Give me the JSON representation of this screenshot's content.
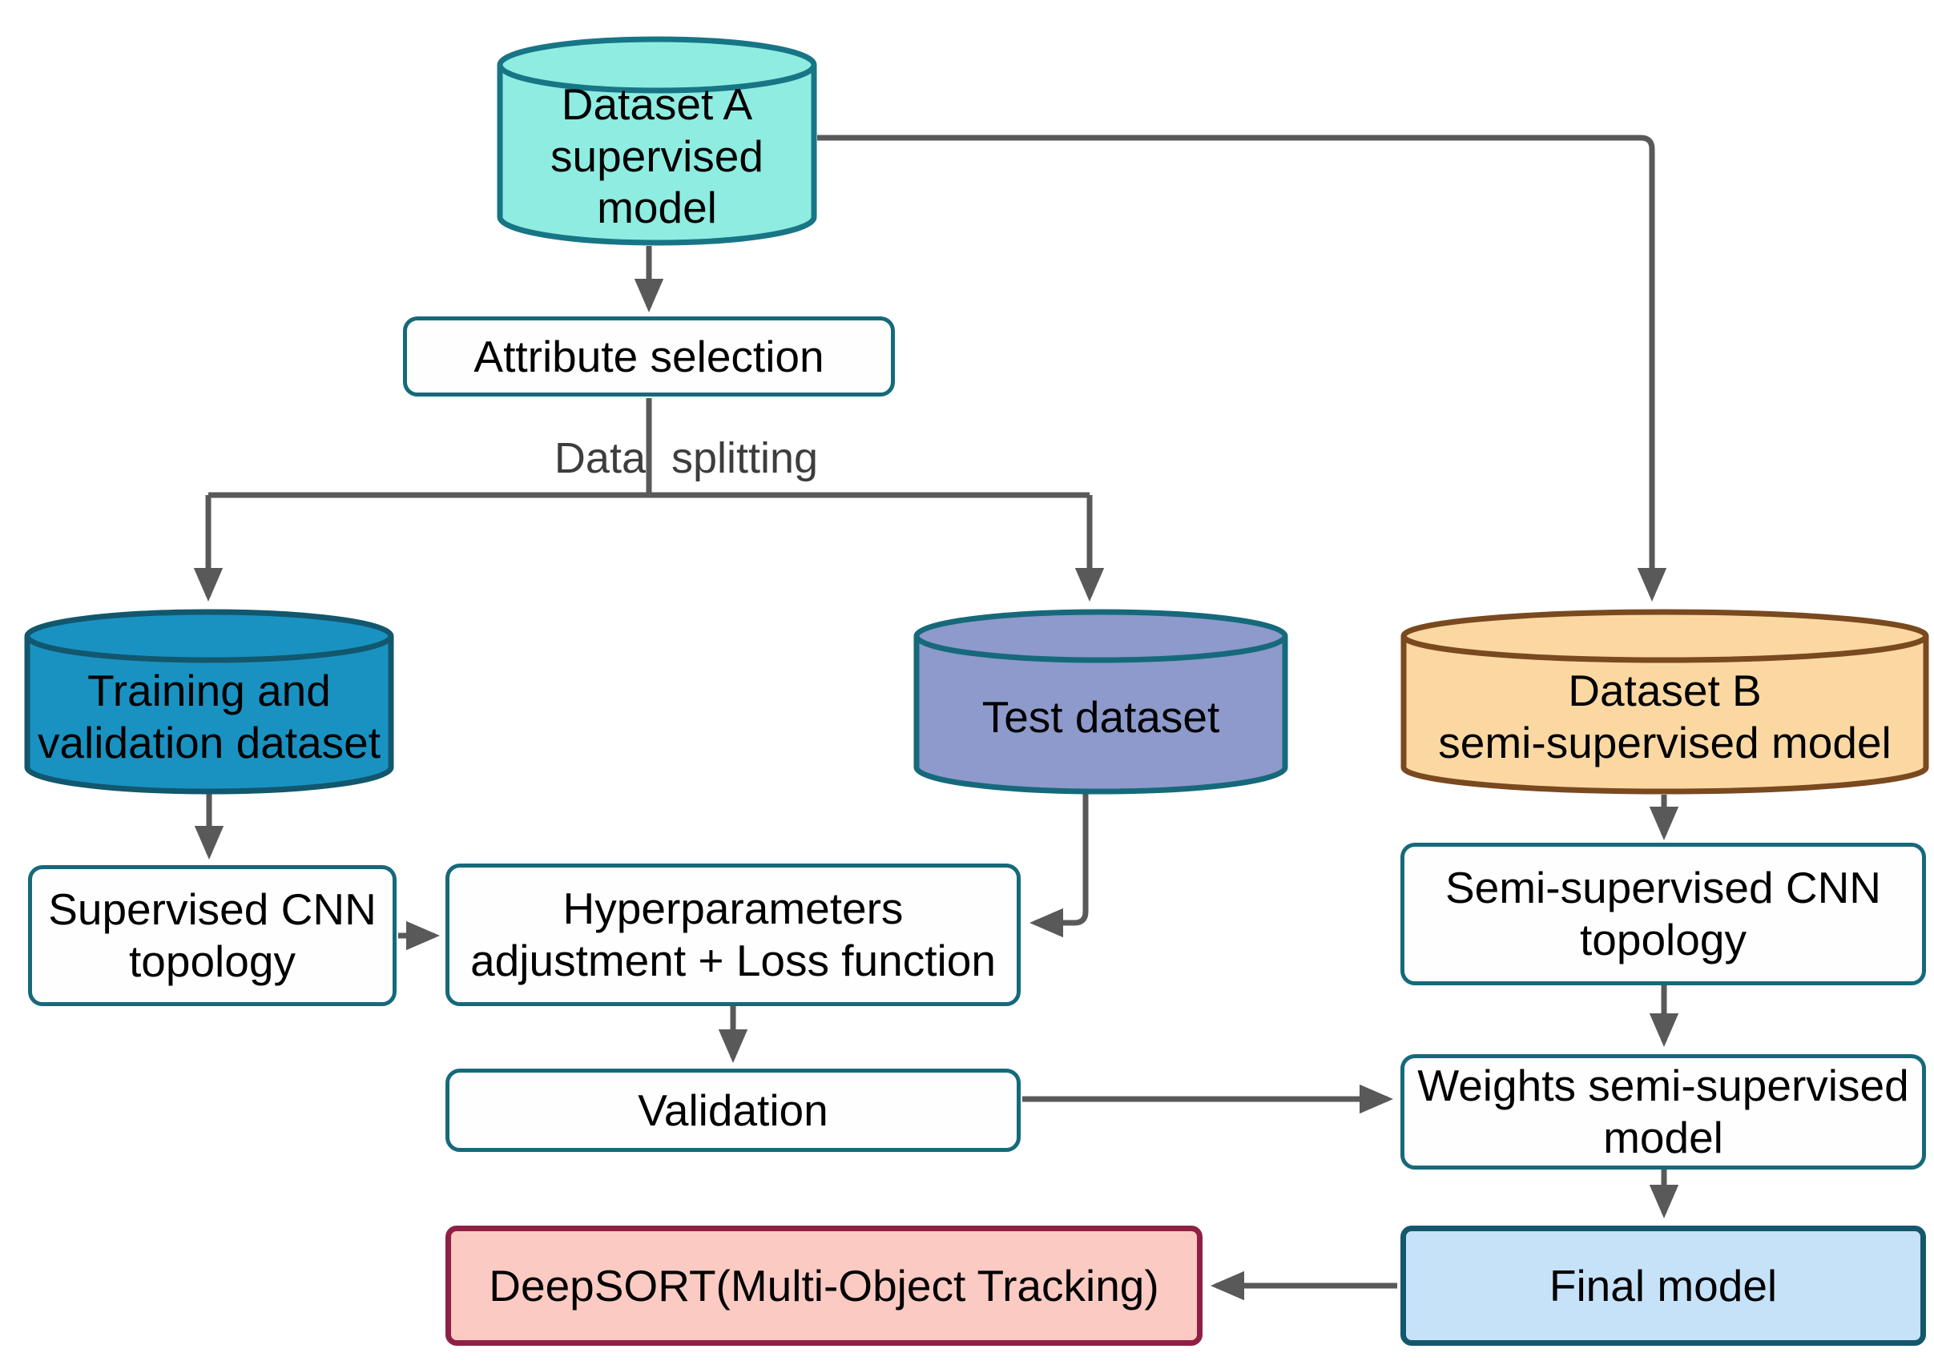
{
  "nodes": {
    "dataset_a": {
      "label": "Dataset A\nsupervised\nmodel"
    },
    "attribute_selection": {
      "label": "Attribute selection"
    },
    "data_splitting": {
      "left": "Data",
      "right": "splitting"
    },
    "training_validation": {
      "label": "Training and\nvalidation dataset"
    },
    "test_dataset": {
      "label": "Test dataset"
    },
    "dataset_b": {
      "label": "Dataset B\nsemi-supervised model"
    },
    "supervised_cnn": {
      "label": "Supervised CNN\ntopology"
    },
    "hyperparameters": {
      "label": "Hyperparameters\nadjustment + Loss function"
    },
    "validation": {
      "label": "Validation"
    },
    "semi_supervised_cnn": {
      "label": "Semi-supervised CNN\ntopology"
    },
    "weights_semi_supervised": {
      "label": "Weights semi-supervised\nmodel"
    },
    "final_model": {
      "label": "Final model"
    },
    "deepsort": {
      "label": "DeepSORT(Multi-Object Tracking)"
    }
  },
  "colors": {
    "dataset_a_fill": "#8fece1",
    "dataset_a_stroke": "#187586",
    "training_fill": "#1992c2",
    "training_stroke": "#12576d",
    "test_fill": "#8d9acb",
    "test_stroke": "#16697b",
    "dataset_b_fill": "#fbd8a2",
    "dataset_b_stroke": "#7a491f",
    "process_box_fill": "#fefefe",
    "process_box_stroke": "#16697b",
    "final_model_fill": "#c6e2f8",
    "final_model_stroke": "#14576d",
    "deepsort_fill": "#fbcac2",
    "deepsort_stroke": "#8f2045",
    "arrow": "#595959",
    "label_text": "#000000",
    "splitting_text": "#3d3d3d"
  }
}
